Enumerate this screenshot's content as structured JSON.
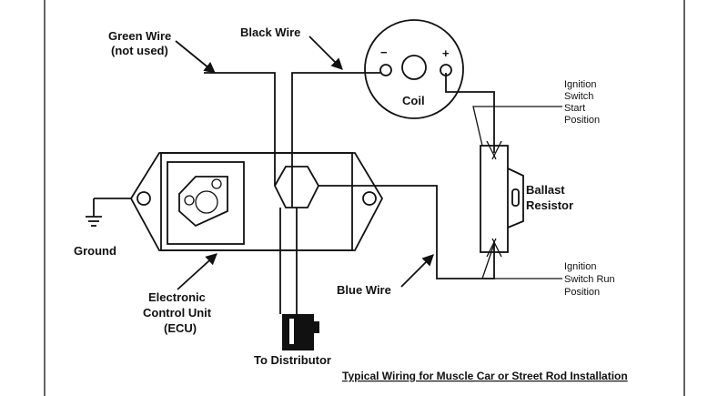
{
  "labels": {
    "green_wire": "Green Wire",
    "green_wire_note": "(not used)",
    "black_wire": "Black Wire",
    "coil": "Coil",
    "coil_minus": "−",
    "coil_plus": "+",
    "ignition_start": [
      "Ignition",
      "Switch",
      "Start",
      "Position"
    ],
    "ballast": [
      "Ballast",
      "Resistor"
    ],
    "ground": "Ground",
    "ecu": [
      "Electronic",
      "Control Unit",
      "(ECU)"
    ],
    "blue_wire": "Blue Wire",
    "ignition_run": [
      "Ignition",
      "Switch Run",
      "Position"
    ],
    "to_distributor": "To Distributor"
  },
  "caption": "Typical Wiring for Muscle Car or Street Rod Installation"
}
